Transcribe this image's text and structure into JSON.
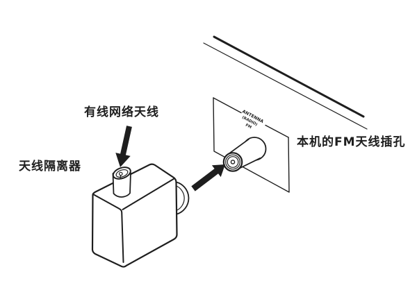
{
  "diagram": {
    "colors": {
      "ink": "#1e1e1e",
      "background": "#ffffff"
    },
    "labels": {
      "wired_antenna": "有线网络天线",
      "isolator": "天线隔离器",
      "fm_jack": "本机的FM天线插孔"
    },
    "panel_text": {
      "line1": "ANTENNA",
      "line2": "(RADIO)",
      "line3": "FM"
    }
  }
}
